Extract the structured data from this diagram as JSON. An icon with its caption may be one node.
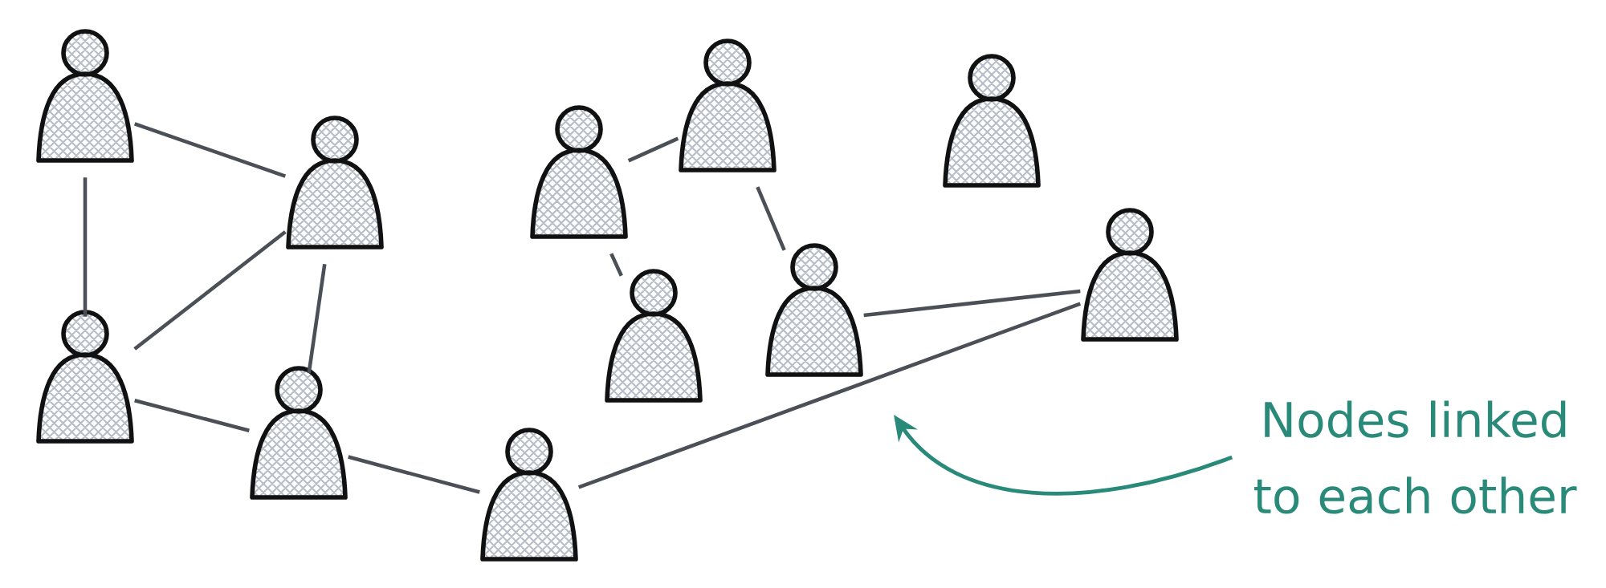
{
  "diagram": {
    "nodes": [
      {
        "text": [],
        "shape": "person"
      },
      {
        "text": [],
        "shape": "person"
      },
      {
        "text": [],
        "shape": "person"
      },
      {
        "text": [],
        "shape": "person"
      },
      {
        "text": [],
        "shape": "person"
      },
      {
        "text": [],
        "shape": "person"
      },
      {
        "text": [],
        "shape": "person"
      },
      {
        "text": [],
        "shape": "person"
      },
      {
        "text": [],
        "shape": "person"
      },
      {
        "text": [],
        "shape": "person"
      },
      {
        "text": [],
        "shape": "person"
      },
      {
        "text": [
          "Nodes linked to each other"
        ]
      }
    ],
    "edges": [
      {
        "from": 0,
        "to": 1,
        "arrow": "none"
      },
      {
        "from": 0,
        "to": 2,
        "arrow": "none"
      },
      {
        "from": 1,
        "to": 2,
        "arrow": "none"
      },
      {
        "from": 1,
        "to": 3,
        "arrow": "none"
      },
      {
        "from": 2,
        "to": 3,
        "arrow": "none"
      },
      {
        "from": 3,
        "to": 4,
        "arrow": "none"
      },
      {
        "from": 4,
        "to": 10,
        "arrow": "none"
      },
      {
        "from": 5,
        "to": 6,
        "arrow": "none"
      },
      {
        "from": 5,
        "to": 8,
        "arrow": "none"
      },
      {
        "from": 6,
        "to": 9,
        "arrow": "none"
      },
      {
        "from": 9,
        "to": 10,
        "arrow": "none"
      },
      {
        "from": 11,
        "to": null,
        "arrow": "to",
        "color": "#2a8a7a"
      }
    ]
  }
}
